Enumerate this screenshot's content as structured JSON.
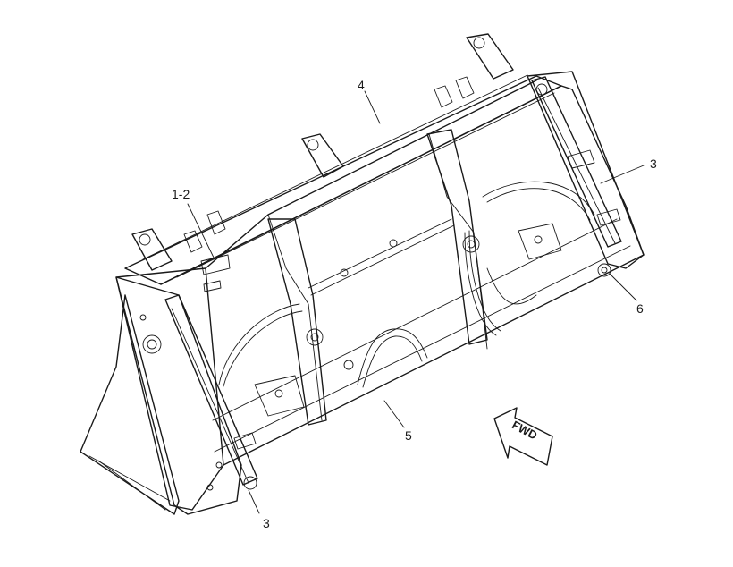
{
  "callouts": {
    "c1": "1-2",
    "c2": "4",
    "c3": "3",
    "c4": "3",
    "c5": "5",
    "c6": "6"
  },
  "direction": "FWD",
  "colors": {
    "line": "#1a1a1a",
    "background": "#ffffff"
  }
}
